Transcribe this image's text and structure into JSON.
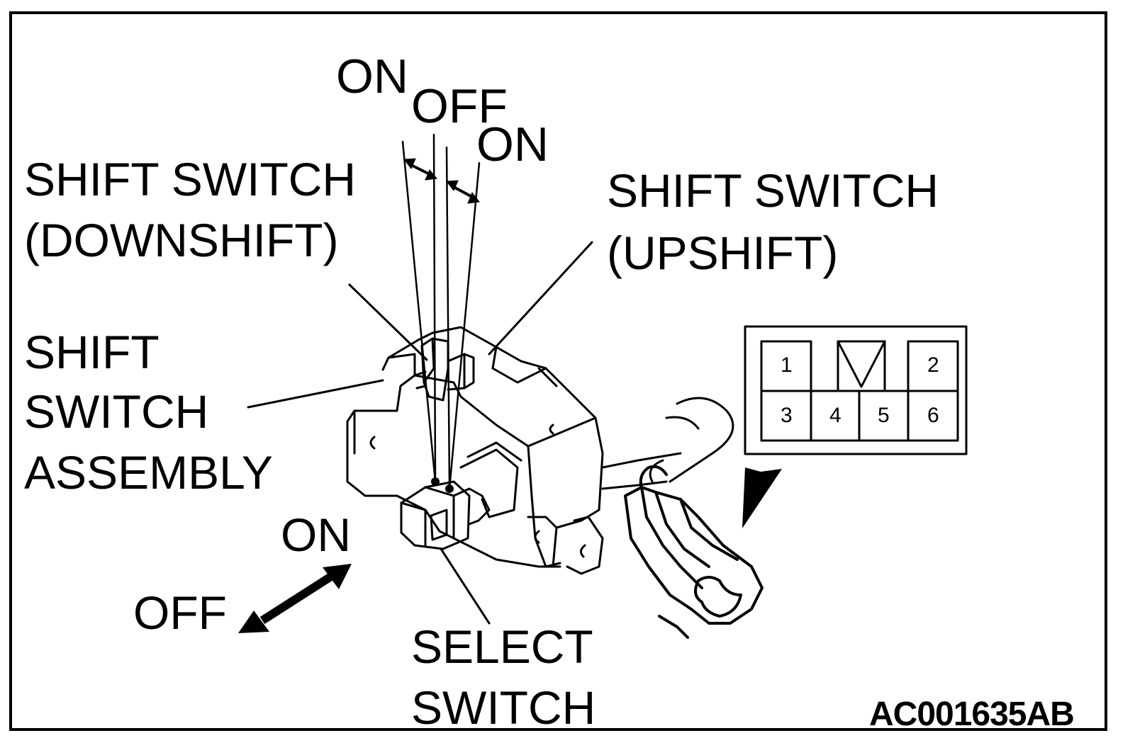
{
  "labels": {
    "on_top_left": "ON",
    "off_top": "OFF",
    "on_top_right": "ON",
    "shift_switch_down_1": "SHIFT SWITCH",
    "shift_switch_down_2": "(DOWNSHIFT)",
    "shift_switch_up_1": "SHIFT SWITCH",
    "shift_switch_up_2": "(UPSHIFT)",
    "assembly_1": "SHIFT",
    "assembly_2": "SWITCH",
    "assembly_3": "ASSEMBLY",
    "on_left": "ON",
    "off_left": "OFF",
    "select_1": "SELECT",
    "select_2": "SWITCH",
    "figure_code": "AC001635AB"
  },
  "connector_pins": [
    "1",
    "2",
    "3",
    "4",
    "5",
    "6"
  ],
  "colors": {
    "ink": "#000000",
    "paper": "#ffffff"
  }
}
